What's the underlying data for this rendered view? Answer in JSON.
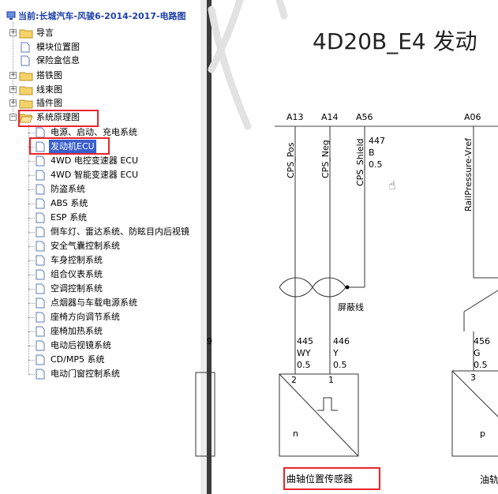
{
  "tree": {
    "header": "当前:长城汽车-风骏6-2014-2017-电路图",
    "top_items": [
      {
        "label": "导言",
        "type": "folder",
        "expander": "+"
      },
      {
        "label": "模块位置图",
        "type": "doc"
      },
      {
        "label": "保险盒信息",
        "type": "doc"
      },
      {
        "label": "搭铁图",
        "type": "folder",
        "expander": "+"
      },
      {
        "label": "线束图",
        "type": "folder",
        "expander": "+"
      },
      {
        "label": "插件图",
        "type": "folder",
        "expander": "+"
      },
      {
        "label": "系统原理图",
        "type": "folder-open",
        "expander": "−"
      }
    ],
    "children": [
      "电源、启动、充电系统",
      "发动机ECU",
      "4WD 电控变速器 ECU",
      "4WD 智能变速器 ECU",
      "防盗系统",
      "ABS 系统",
      "ESP 系统",
      "倒车灯、雷达系统、防眩目内后视镜",
      "安全气囊控制系统",
      "车身控制系统",
      "组合仪表系统",
      "空调控制系统",
      "点烟器与车载电源系统",
      "座椅方向调节系统",
      "座椅加热系统",
      "电动后视镜系统",
      "CD/MP5 系统",
      "电动门窗控制系统"
    ],
    "selected_index": 1
  },
  "diagram": {
    "title": "4D20B_E4 发动",
    "pins_top": [
      "A13",
      "A14",
      "A56",
      "A06"
    ],
    "signals": [
      "CPS_Pos",
      "CPS_Neg",
      "CPS_Shield",
      "RailPressure-Vref"
    ],
    "shield_wire": {
      "num": "447",
      "color": "B",
      "size": "0.5"
    },
    "shield_label": "屏蔽线",
    "wires": [
      {
        "num": "445",
        "color": "WY",
        "size": "0.5"
      },
      {
        "num": "446",
        "color": "Y",
        "size": "0.5"
      },
      {
        "num": "456",
        "color": "G",
        "size": "0.5"
      }
    ],
    "left_partial": "9",
    "connector_pins": [
      "2",
      "1",
      "3"
    ],
    "box_letters": [
      "n",
      "p"
    ],
    "sensor_label": "曲轴位置传感器",
    "sensor_label_2": "油轨"
  },
  "colors": {
    "highlight": "#e8252b",
    "selection": "#3a5fcd",
    "header_text": "#1c3ea8"
  }
}
